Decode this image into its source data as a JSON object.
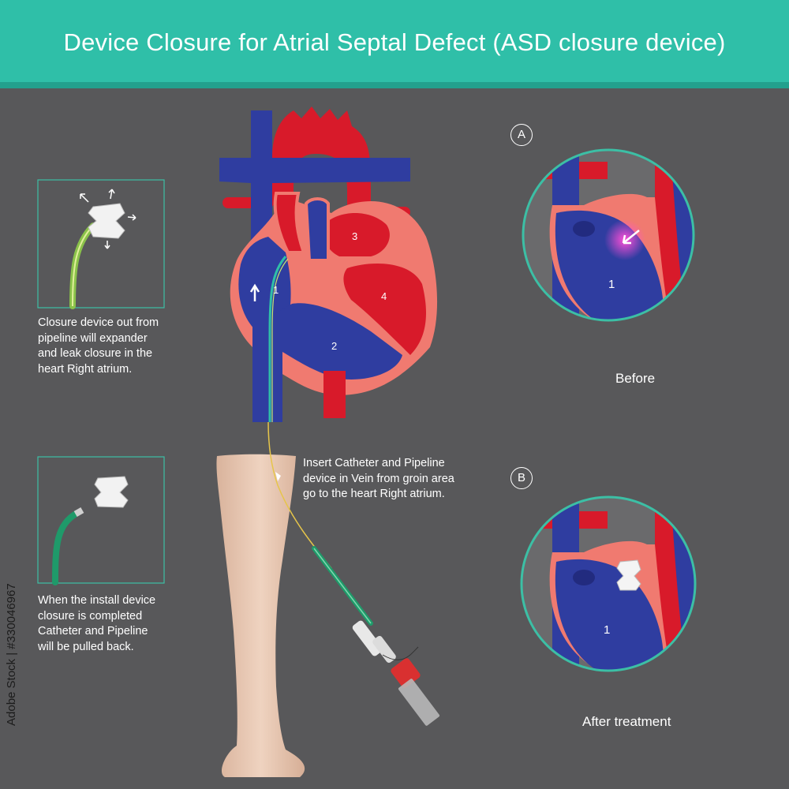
{
  "header": {
    "title": "Device Closure for Atrial Septal Defect (ASD closure device)",
    "color": "#2fbfa8"
  },
  "panels": {
    "expand": {
      "caption_lines": [
        "Closure device out from",
        "pipeline will expander",
        "and leak closure in the",
        "heart Right atrium."
      ]
    },
    "pullback": {
      "caption_lines": [
        "When the install device",
        "closure is completed",
        "Catheter and Pipeline",
        "will be pulled back."
      ]
    }
  },
  "heart": {
    "chamber_numbers": [
      "1",
      "2",
      "3",
      "4"
    ]
  },
  "insert_caption_lines": [
    "Insert Catheter and Pipeline",
    "device in Vein from groin area",
    "go to the heart Right atrium."
  ],
  "inset_a": {
    "letter": "A",
    "number": "1",
    "label": "Before"
  },
  "inset_b": {
    "letter": "B",
    "number": "1",
    "label": "After treatment"
  },
  "stock_id": "Adobe Stock | #330046967",
  "colors": {
    "background": "#58585a",
    "vein_blue": "#2f3da0",
    "artery_red": "#d81a2a",
    "heart_wall": "#f07a70",
    "frame_teal": "#3cbfa5",
    "catheter_green": "#1f9a6a",
    "skin": "#e5c3ad"
  }
}
